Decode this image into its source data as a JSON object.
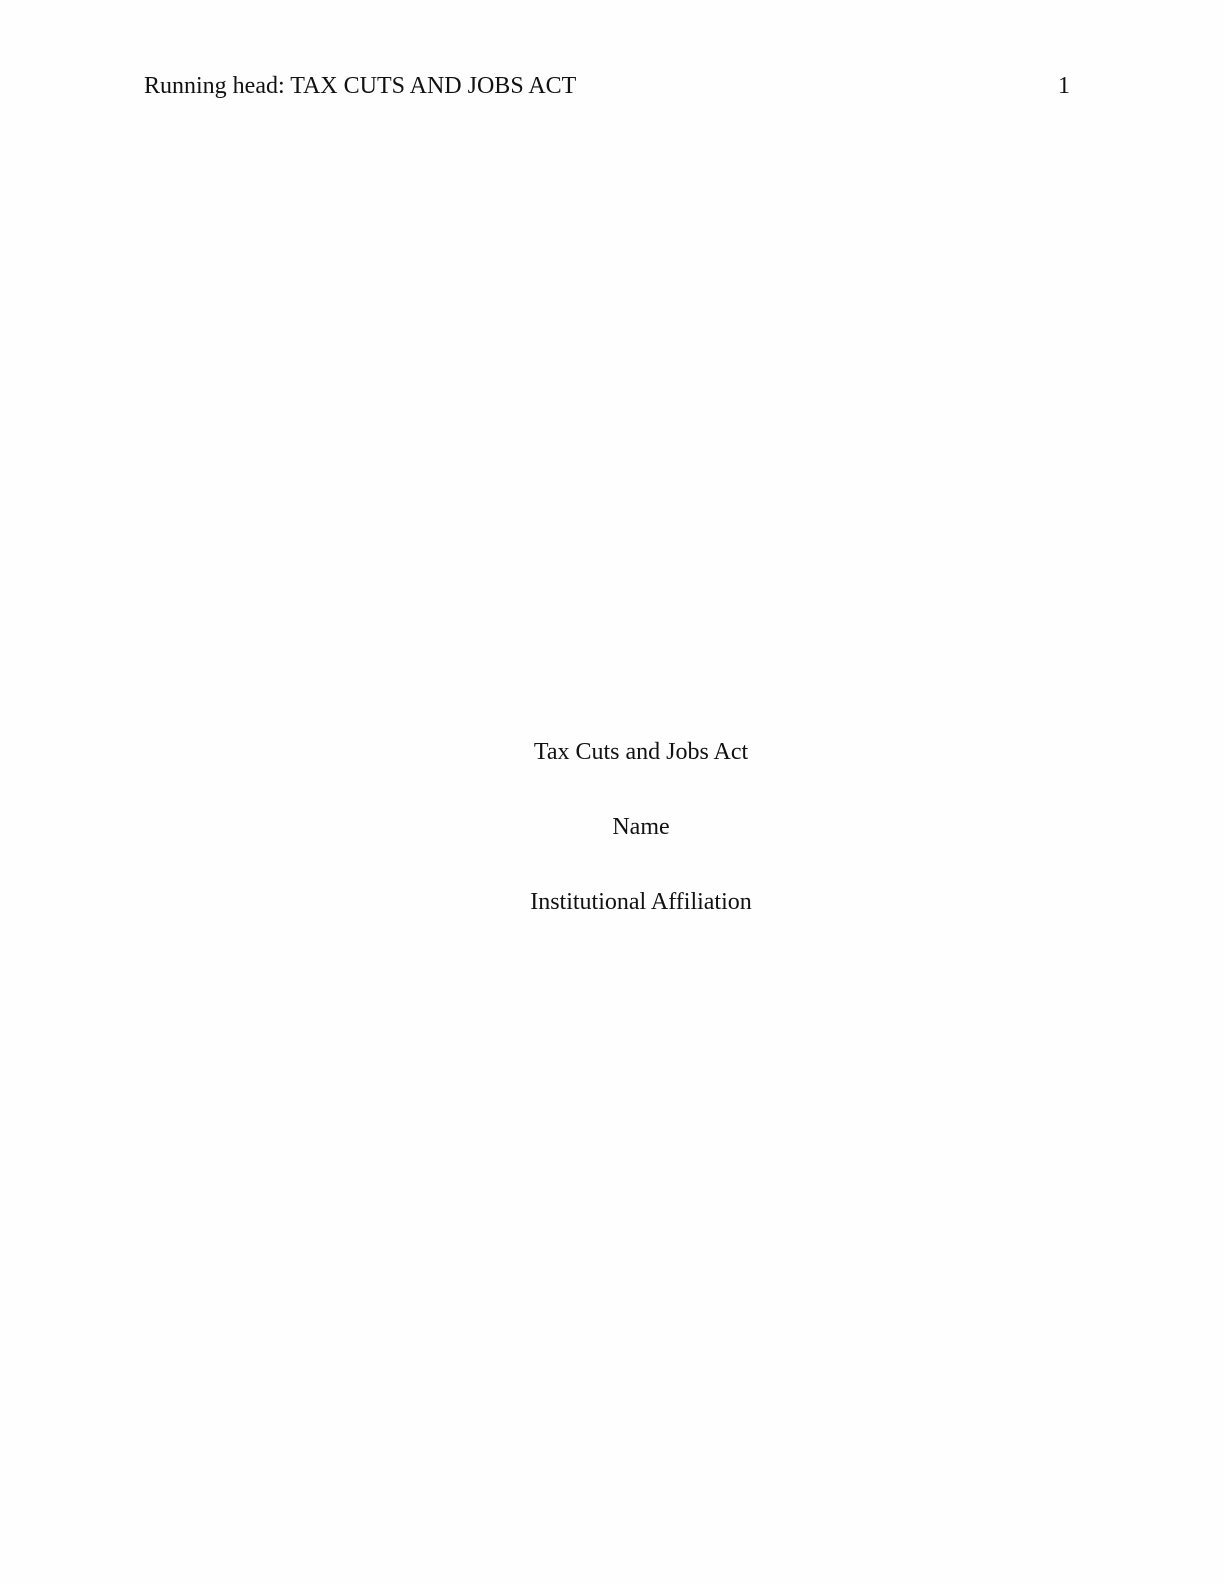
{
  "header": {
    "running_head": "Running head: TAX CUTS AND JOBS ACT",
    "page_number": "1"
  },
  "title_page": {
    "title": "Tax Cuts and Jobs Act",
    "author": "Name",
    "affiliation": "Institutional Affiliation"
  }
}
